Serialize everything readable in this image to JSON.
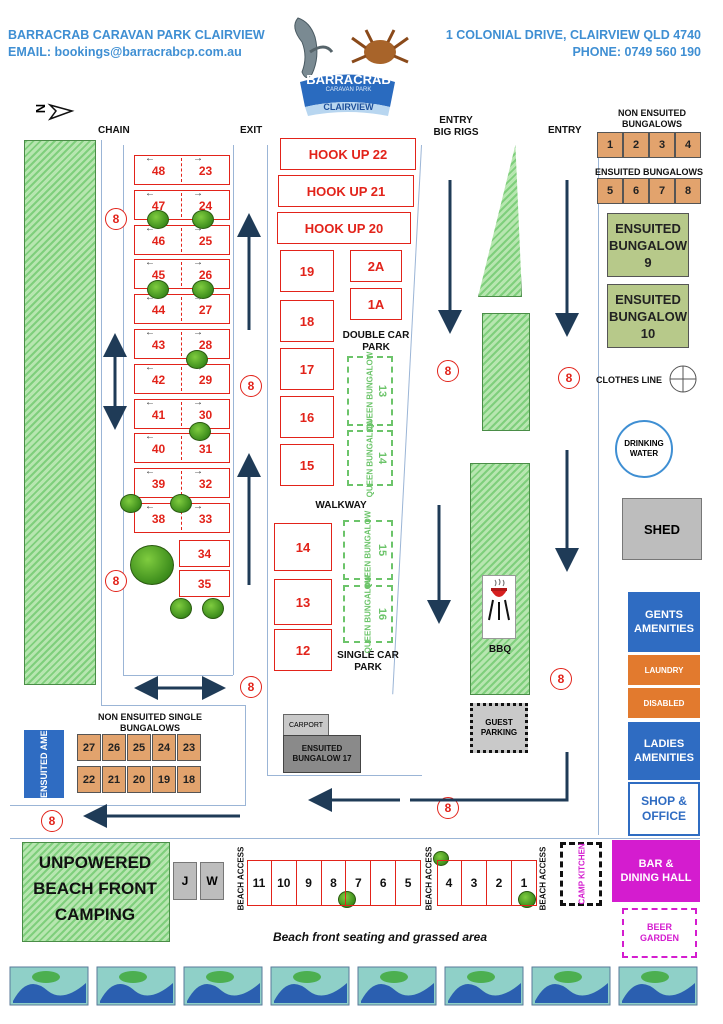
{
  "header": {
    "park_name": "BARRACRAB CARAVAN PARK CLAIRVIEW",
    "email": "EMAIL: bookings@barracrabcp.com.au",
    "address": "1 COLONIAL DRIVE, CLAIRVIEW QLD 4740",
    "phone": "PHONE: 0749 560 190",
    "logo_main": "BARRACRAB",
    "logo_sub": "CARAVAN PARK",
    "logo_place": "CLAIRVIEW"
  },
  "compass": {
    "north": "N"
  },
  "top_labels": {
    "chain": "CHAIN",
    "exit": "EXIT",
    "entry_big_rigs": "ENTRY BIG RIGS",
    "entry": "ENTRY"
  },
  "left_sites": [
    [
      "48",
      "23"
    ],
    [
      "47",
      "24"
    ],
    [
      "46",
      "25"
    ],
    [
      "45",
      "26"
    ],
    [
      "44",
      "27"
    ],
    [
      "43",
      "28"
    ],
    [
      "42",
      "29"
    ],
    [
      "41",
      "30"
    ],
    [
      "40",
      "31"
    ],
    [
      "39",
      "32"
    ],
    [
      "38",
      "33"
    ]
  ],
  "single_sites": [
    "34",
    "35"
  ],
  "hookups": [
    "HOOK UP 22",
    "HOOK UP 21",
    "HOOK UP 20"
  ],
  "middle_sites": {
    "s19": "19",
    "s2a": "2A",
    "s18": "18",
    "s1a": "1A",
    "s17": "17",
    "s16": "16",
    "s15": "15",
    "s14": "14",
    "s13": "13",
    "s12": "12"
  },
  "labels": {
    "double_car_park": "DOUBLE CAR PARK",
    "walkway": "WALKWAY",
    "single_car_park": "SINGLE CAR PARK",
    "clothes_line": "CLOTHES LINE",
    "bbq": "BBQ",
    "carport": "CARPORT",
    "ensuited_bungalow_17": "ENSUITED BUNGALOW 17",
    "beach_seating": "Beach front seating and grassed area",
    "beach_access": "BEACH ACCESS",
    "non_ensuited_single": "NON ENSUITED SINGLE BUNGALOWS"
  },
  "queen_bungalows": [
    {
      "label": "QUEEN BUNGALOW",
      "number": "13"
    },
    {
      "label": "QUEEN BUNGALOW",
      "number": "14"
    },
    {
      "label": "QUEEN BUNGALOW",
      "number": "15"
    },
    {
      "label": "QUEEN BUNGALOW",
      "number": "16"
    }
  ],
  "speed_sign": "8",
  "right_panel": {
    "non_ensuited_title": "NON ENSUITED BUNGALOWS",
    "non_ensuited": [
      "1",
      "2",
      "3",
      "4"
    ],
    "ensuited_title": "ENSUITED BUNGALOWS",
    "ensuited": [
      "5",
      "6",
      "7",
      "8"
    ],
    "ensuited_9": "ENSUITED BUNGALOW 9",
    "ensuited_10": "ENSUITED BUNGALOW 10",
    "drinking_water": "DRINKING WATER",
    "shed": "SHED",
    "gents": "GENTS AMENITIES",
    "laundry": "LAUNDRY",
    "disabled": "DISABLED",
    "ladies": "LADIES AMENITIES",
    "shop": "SHOP & OFFICE",
    "bar": "BAR & DINING HALL",
    "beer_garden": "BEER GARDEN",
    "camp_kitchen": "CAMP KITCHEN",
    "guest_parking": "GUEST PARKING"
  },
  "bottom_left": {
    "ensuited_amenities": "ENSUITED AMENITIES",
    "row1": [
      "27",
      "26",
      "25",
      "24",
      "23"
    ],
    "row2": [
      "22",
      "21",
      "20",
      "19",
      "18"
    ]
  },
  "beach": {
    "camping": "UNPOWERED BEACH FRONT CAMPING",
    "j": "J",
    "w": "W",
    "group1": [
      "11",
      "10",
      "9",
      "8",
      "7",
      "6",
      "5"
    ],
    "group2": [
      "4",
      "3",
      "2",
      "1"
    ]
  },
  "colors": {
    "accent_blue": "#3f8fd3",
    "site_red": "#e2231a",
    "amenity_blue": "#2f6cc2",
    "laundry_orange": "#e27a2e",
    "bar_magenta": "#d41ccf"
  }
}
